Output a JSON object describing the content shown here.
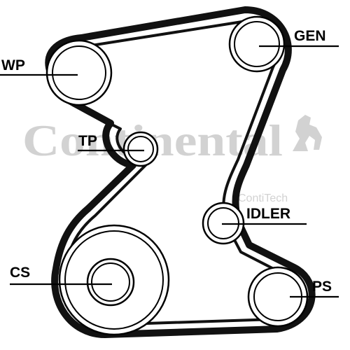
{
  "watermark": {
    "brand": "Continental",
    "sub": "ContiTech",
    "color": "#d2d2d2"
  },
  "labels": {
    "gen": "GEN",
    "wp": "WP",
    "tp": "TP",
    "idler": "IDLER",
    "cs": "CS",
    "ps": "PS"
  },
  "colors": {
    "belt": "#111111",
    "line": "#000000",
    "background": "#ffffff"
  },
  "icons": {
    "watermark_logo": "rearing-horse-icon"
  }
}
